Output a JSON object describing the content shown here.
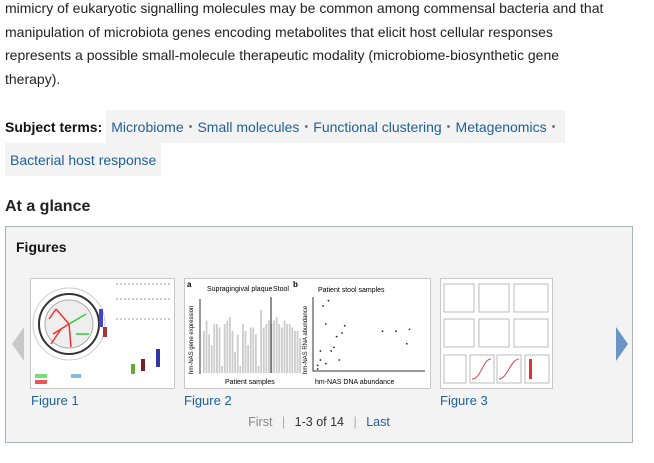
{
  "abstract_lines": [
    "mimicry of eukaryotic signalling molecules may be common among commensal bacteria and that",
    "manipulation of microbiota genes encoding metabolites that elicit host cellular responses",
    "represents a possible small-molecule therapeutic modality (microbiome-biosynthetic gene",
    "therapy)."
  ],
  "subject_terms": {
    "label": "Subject terms:",
    "terms": [
      "Microbiome",
      "Small molecules",
      "Functional clustering",
      "Metagenomics",
      "Bacterial host response"
    ],
    "separator": "•"
  },
  "at_a_glance": {
    "heading": "At a glance",
    "panel_title": "Figures",
    "figures": [
      {
        "label": "Figure 1"
      },
      {
        "label": "Figure 2",
        "panel_a": "a",
        "panel_b": "b",
        "title_a": "Supragingival plaque",
        "title_stool": "Stool",
        "ylabel_a": "hm-NAS gene expression",
        "xlabel_a": "Patient samples",
        "title_b": "Patient stool samples",
        "ylabel_b": "hm-NAS RNA abundance",
        "xlabel_b": "hm-NAS DNA abundance"
      },
      {
        "label": "Figure 3"
      }
    ],
    "pager": {
      "first": "First",
      "range": "1-3 of 14",
      "last": "Last",
      "sep": "|"
    }
  },
  "colors": {
    "link": "#1f5f9a",
    "arrow_right": "#6b93c4",
    "arrow_left": "#c8c8c8"
  }
}
